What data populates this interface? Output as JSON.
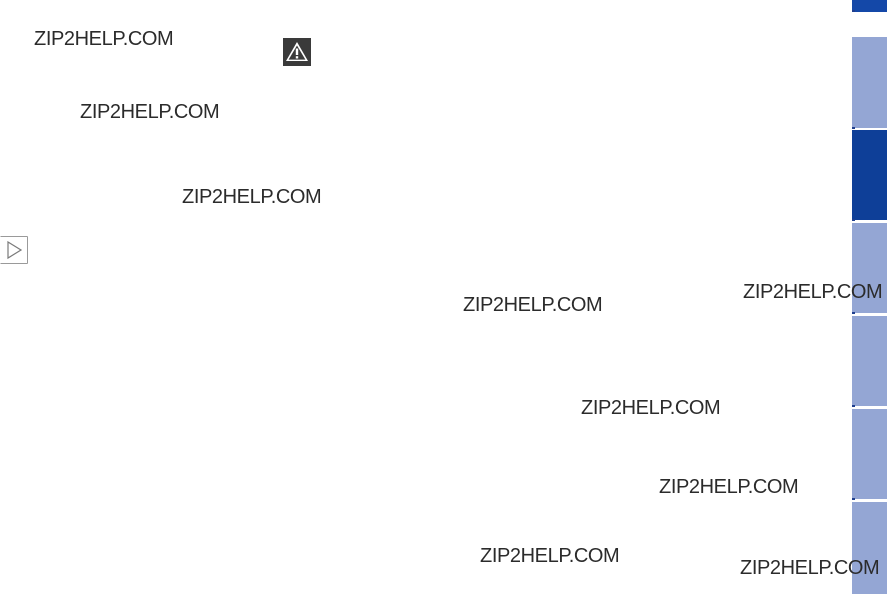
{
  "watermarks": [
    "ZIP2HELP.COM",
    "ZIP2HELP.COM",
    "ZIP2HELP.COM",
    "ZIP2HELP.COM",
    "ZIP2HELP.COM",
    "ZIP2HELP.COM",
    "ZIP2HELP.COM",
    "ZIP2HELP.COM",
    "ZIP2HELP.COM"
  ],
  "icons": {
    "warning": "warning-triangle-icon",
    "continue": "play-triangle-icon"
  },
  "colors": {
    "tab_active": "#0e3f98",
    "tab_inactive": "#94a6d4",
    "tab_top": "#1448a8",
    "text": "#2b2b2b",
    "warning_bg": "#3a3a3a"
  },
  "side_tabs": {
    "count": 7,
    "active_index": 1
  }
}
